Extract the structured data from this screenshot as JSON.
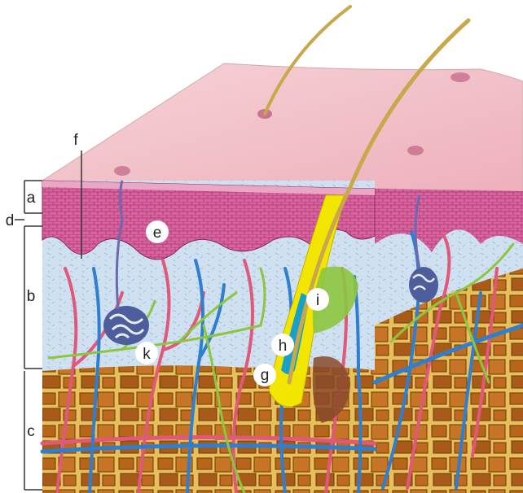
{
  "figure": {
    "layer_labels": {
      "a": "a",
      "b": "b",
      "c": "c",
      "d": "d"
    },
    "structure_labels": {
      "e": "e",
      "f": "f",
      "g": "g",
      "h": "h",
      "i": "i",
      "k": "k"
    }
  },
  "colors": {
    "epidermis_top": "#f0b8c4",
    "epidermis_layer": "#c24f8e",
    "dermis": "#cfe0f0",
    "fat": "#d7a33c",
    "fat_cells": "#b8651c",
    "artery": "#e0587a",
    "vein": "#2f7fd0",
    "nerve": "#8cc63f",
    "hair": "#d8b85a",
    "follicle": "#f2e600",
    "follicle_inner": "#1aa0c8"
  }
}
